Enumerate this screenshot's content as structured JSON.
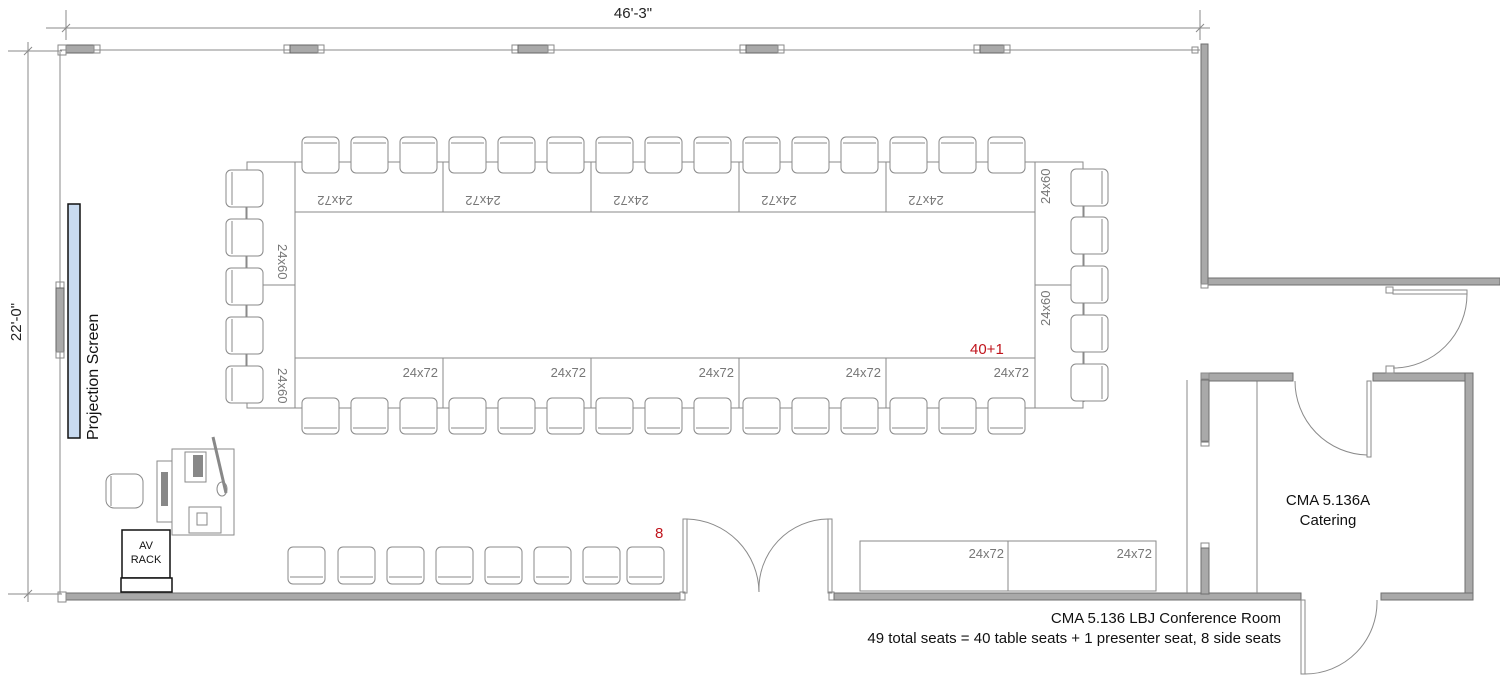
{
  "dimensions": {
    "width_label": "46'-3\"",
    "height_label": "22'-0\""
  },
  "labels": {
    "projection_screen": "Projection Screen",
    "av_rack_line1": "AV",
    "av_rack_line2": "RACK",
    "table_seat_count": "40+1",
    "side_seat_count": "8",
    "catering_room_line1": "CMA 5.136A",
    "catering_room_line2": "Catering",
    "room_title": "CMA 5.136 LBJ Conference Room",
    "seat_summary": "49 total seats = 40 table seats + 1 presenter seat, 8 side seats"
  },
  "tables": {
    "top_row": [
      "24x72",
      "24x72",
      "24x72",
      "24x72",
      "24x72"
    ],
    "bottom_row": [
      "24x72",
      "24x72",
      "24x72",
      "24x72",
      "24x72"
    ],
    "left_end": [
      "24x60",
      "24x60"
    ],
    "right_end": [
      "24x60",
      "24x60"
    ],
    "side_tables": [
      "24x72",
      "24x72"
    ]
  },
  "seating": {
    "top_row_chairs": 15,
    "bottom_row_chairs": 15,
    "left_end_chairs": 5,
    "right_end_chairs": 5,
    "side_chairs": 8,
    "presenter_chairs": 1
  },
  "colors": {
    "wall": "#a9a9a9",
    "screen_fill": "#c9dbf0",
    "count_red": "#c0141c",
    "line_gray": "#8a8a8a"
  }
}
